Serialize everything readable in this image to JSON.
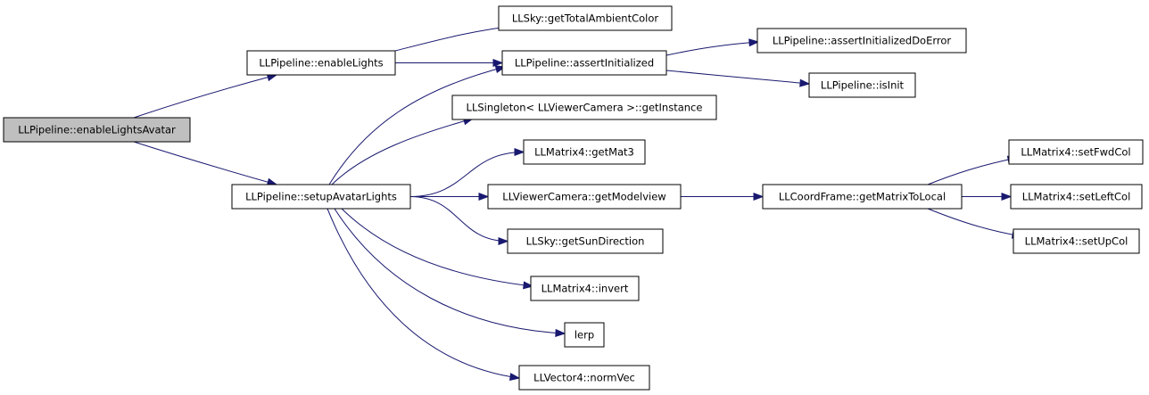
{
  "nodes": [
    {
      "id": "root",
      "label": "LLPipeline::enableLightsAvatar",
      "root": true
    },
    {
      "id": "enableLights",
      "label": "LLPipeline::enableLights"
    },
    {
      "id": "setupAvatarLights",
      "label": "LLPipeline::setupAvatarLights"
    },
    {
      "id": "getTotalAmbientColor",
      "label": "LLSky::getTotalAmbientColor"
    },
    {
      "id": "assertInitialized",
      "label": "LLPipeline::assertInitialized"
    },
    {
      "id": "assertInitializedDoError",
      "label": "LLPipeline::assertInitializedDoError"
    },
    {
      "id": "isInit",
      "label": "LLPipeline::isInit"
    },
    {
      "id": "getInstance",
      "label": "LLSingleton< LLViewerCamera >::getInstance"
    },
    {
      "id": "getMat3",
      "label": "LLMatrix4::getMat3"
    },
    {
      "id": "getModelview",
      "label": "LLViewerCamera::getModelview"
    },
    {
      "id": "getMatrixToLocal",
      "label": "LLCoordFrame::getMatrixToLocal"
    },
    {
      "id": "setFwdCol",
      "label": "LLMatrix4::setFwdCol"
    },
    {
      "id": "setLeftCol",
      "label": "LLMatrix4::setLeftCol"
    },
    {
      "id": "setUpCol",
      "label": "LLMatrix4::setUpCol"
    },
    {
      "id": "getSunDirection",
      "label": "LLSky::getSunDirection"
    },
    {
      "id": "invert",
      "label": "LLMatrix4::invert"
    },
    {
      "id": "lerp",
      "label": "lerp"
    },
    {
      "id": "normVec",
      "label": "LLVector4::normVec"
    }
  ],
  "edges": [
    {
      "from": "root",
      "to": "enableLights"
    },
    {
      "from": "root",
      "to": "setupAvatarLights"
    },
    {
      "from": "enableLights",
      "to": "getTotalAmbientColor"
    },
    {
      "from": "enableLights",
      "to": "assertInitialized"
    },
    {
      "from": "assertInitialized",
      "to": "assertInitializedDoError"
    },
    {
      "from": "assertInitialized",
      "to": "isInit"
    },
    {
      "from": "setupAvatarLights",
      "to": "assertInitialized"
    },
    {
      "from": "setupAvatarLights",
      "to": "getInstance"
    },
    {
      "from": "setupAvatarLights",
      "to": "getMat3"
    },
    {
      "from": "setupAvatarLights",
      "to": "getModelview"
    },
    {
      "from": "setupAvatarLights",
      "to": "getSunDirection"
    },
    {
      "from": "setupAvatarLights",
      "to": "invert"
    },
    {
      "from": "setupAvatarLights",
      "to": "lerp"
    },
    {
      "from": "setupAvatarLights",
      "to": "normVec"
    },
    {
      "from": "getModelview",
      "to": "getMatrixToLocal"
    },
    {
      "from": "getMatrixToLocal",
      "to": "setFwdCol"
    },
    {
      "from": "getMatrixToLocal",
      "to": "setLeftCol"
    },
    {
      "from": "getMatrixToLocal",
      "to": "setUpCol"
    }
  ],
  "colors": {
    "edge": "#191970",
    "root_fill": "#bfbfbf",
    "node_fill": "#ffffff"
  }
}
